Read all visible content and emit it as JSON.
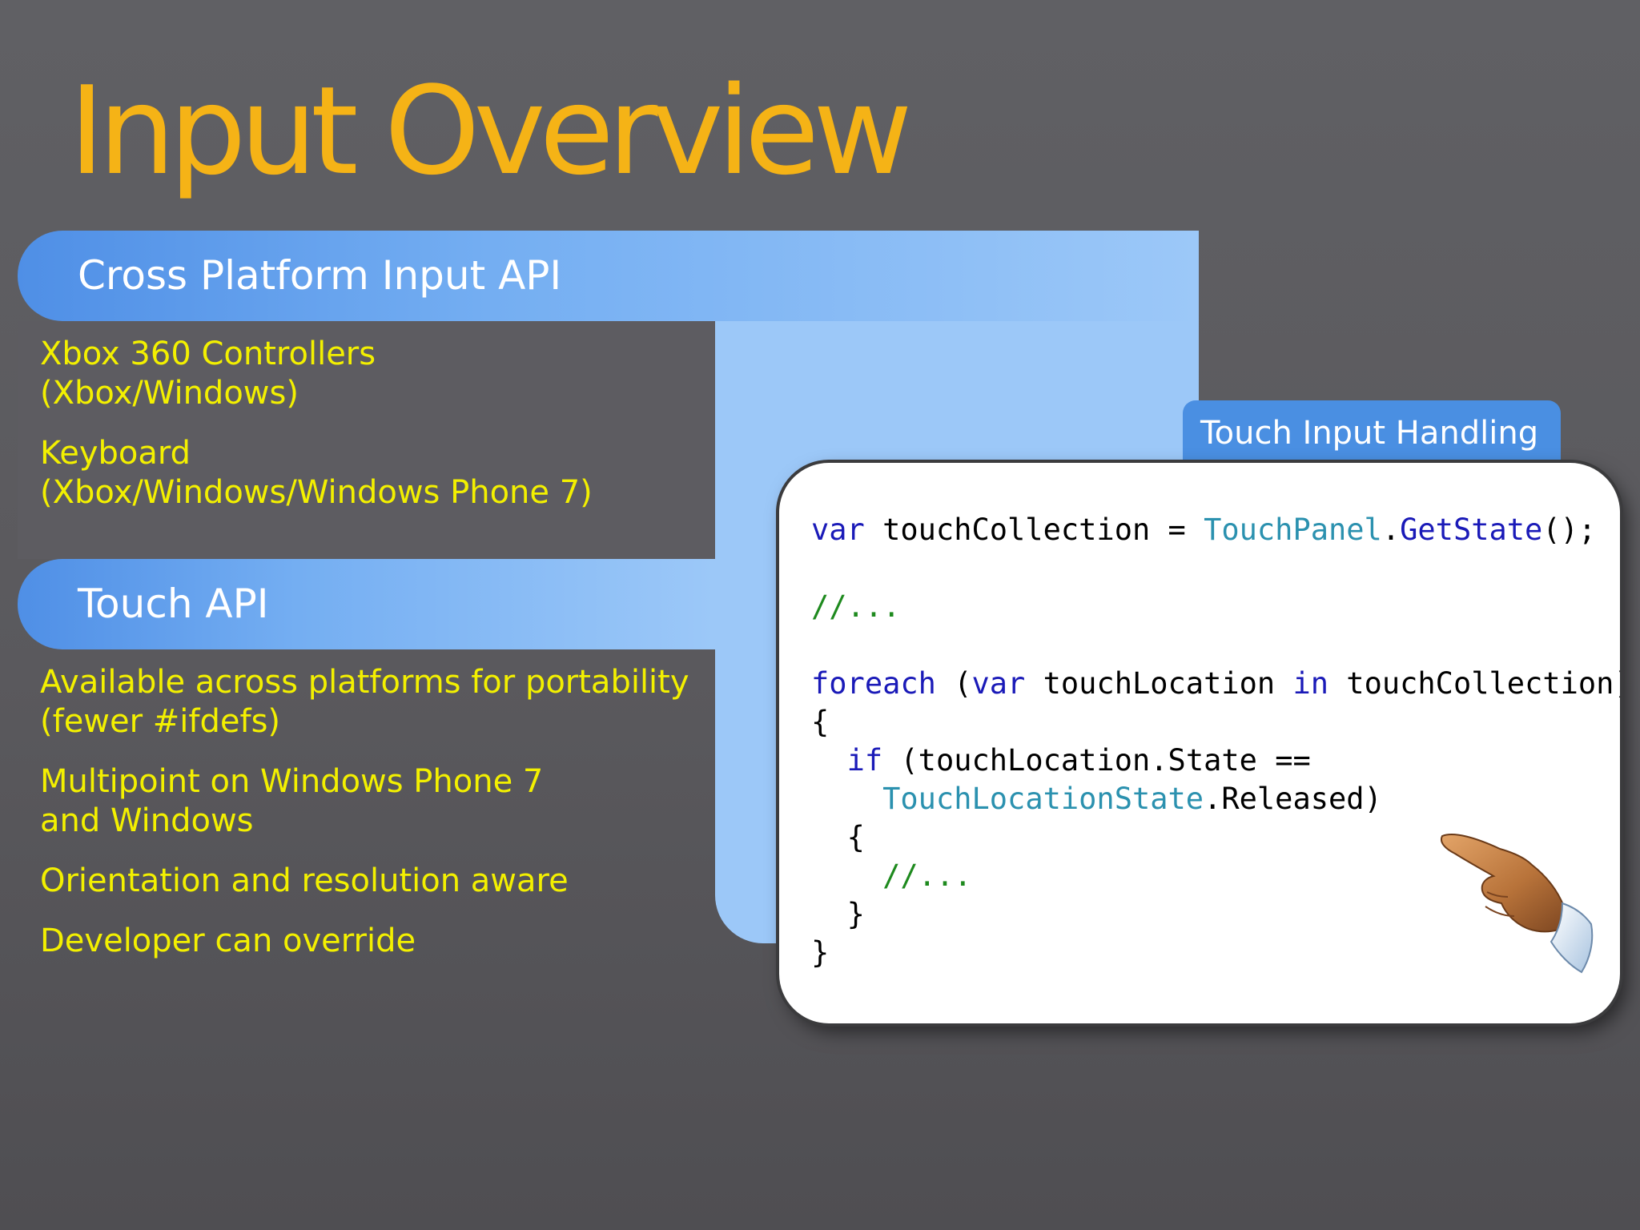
{
  "slide": {
    "title": "Input Overview",
    "sections": [
      {
        "heading": "Cross Platform Input API",
        "items": [
          {
            "line1": "Xbox 360 Controllers",
            "line2": "(Xbox/Windows)"
          },
          {
            "line1": "Keyboard",
            "line2": "(Xbox/Windows/Windows Phone 7)"
          }
        ]
      },
      {
        "heading": "Touch API",
        "items": [
          {
            "line1": "Available across platforms for portability",
            "line2": "(fewer #ifdefs)"
          },
          {
            "line1": "Multipoint on Windows Phone 7",
            "line2": "and Windows"
          },
          {
            "line1": "Orientation and resolution aware",
            "line2": ""
          },
          {
            "line1": "Developer can override",
            "line2": ""
          }
        ]
      }
    ],
    "code_panel": {
      "tab_label": "Touch Input Handling",
      "tokens": {
        "l1_kw": "var",
        "l1_a": " touchCollection = ",
        "l1_type": "TouchPanel",
        "l1_dot": ".",
        "l1_method": "GetState",
        "l1_end": "();",
        "l2_comment": "//...",
        "l3_kw1": "foreach",
        "l3_a": " (",
        "l3_kw2": "var",
        "l3_b": " touchLocation ",
        "l3_kw3": "in",
        "l3_c": " touchCollection)",
        "l4_brace": "{",
        "l5_kw": "if",
        "l5_a": " (touchLocation.State ==",
        "l6_type": "TouchLocationState",
        "l6_a": ".Released)",
        "l7_brace": "{",
        "l8_comment": "//...",
        "l9_brace": "}",
        "l10_brace": "}"
      }
    },
    "decoration": {
      "hand": "pointing-hand-icon"
    },
    "colors": {
      "title": "#f5b316",
      "bullet_text": "#f3f000",
      "band": "#9cc8f8",
      "tab": "#4a8fe2",
      "code_keyword": "#1a1ab8",
      "code_type": "#2b91af",
      "code_comment": "#1e8a1e"
    }
  }
}
